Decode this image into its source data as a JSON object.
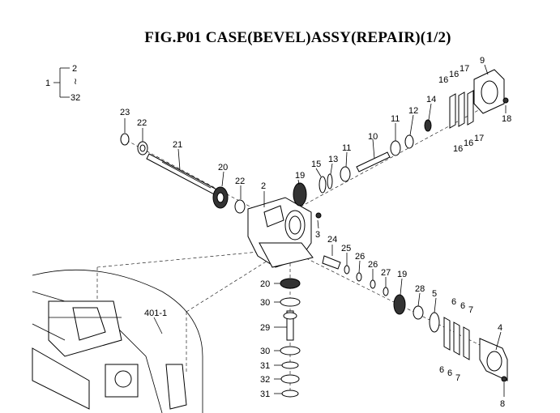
{
  "title": "FIG.P01  CASE(BEVEL)ASSY(REPAIR)(1/2)",
  "bracket": {
    "label": "1",
    "top": "2",
    "mid": "≀",
    "bottom": "32"
  },
  "callouts": {
    "c23": "23",
    "c22a": "22",
    "c21": "21",
    "c20a": "20",
    "c22b": "22",
    "c2": "2",
    "c19a": "19",
    "c15": "15",
    "c13": "13",
    "c11a": "11",
    "c10": "10",
    "c11b": "11",
    "c12": "12",
    "c14": "14",
    "c16a": "16",
    "c16b": "16",
    "c17a": "17",
    "c9": "9",
    "c18": "18",
    "c16c": "16",
    "c16d": "16",
    "c17b": "17",
    "c3": "3",
    "c24": "24",
    "c25": "25",
    "c26a": "26",
    "c26b": "26",
    "c27": "27",
    "c19b": "19",
    "c28": "28",
    "c5": "5",
    "c6a": "6",
    "c6b": "6",
    "c7a": "7",
    "c4": "4",
    "c6c": "6",
    "c6d": "6",
    "c7b": "7",
    "c8": "8",
    "c20b": "20",
    "c30a": "30",
    "c29": "29",
    "c30b": "30",
    "c31a": "31",
    "c32": "32",
    "c31b": "31",
    "c401": "401-1"
  }
}
